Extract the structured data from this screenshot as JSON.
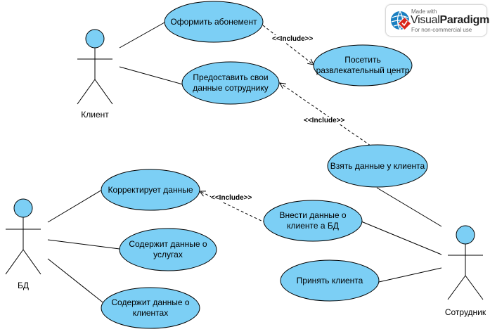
{
  "actors": {
    "client": "Клиент",
    "db": "БД",
    "employee": "Сотрудник"
  },
  "use_cases": {
    "subscribe": "Оформить абонемент",
    "visit_center": "Посетить развлекательный центр",
    "provide_data": "Предоставить свои данные сотруднику",
    "take_data": "Взять данные у клиента",
    "corrects_data": "Корректирует данные",
    "enter_data": "Внести данные о клиенте а БД",
    "services_data": "Содержит данные о услугах",
    "accept_client": "Принять клиента",
    "clients_data": "Содержит данные о клиентах"
  },
  "relations": {
    "include": "<<Include>>"
  },
  "watermark": {
    "made_with": "Made with",
    "brand_visual": "Visual",
    "brand_paradigm": "Paradigm",
    "note": "For non-commercial use"
  },
  "colors": {
    "use_case_fill": "#7ccff5",
    "actor_fill": "#7ccff5",
    "stroke": "#000000",
    "logo_red": "#d9261c",
    "logo_blue": "#1a7fc1"
  }
}
